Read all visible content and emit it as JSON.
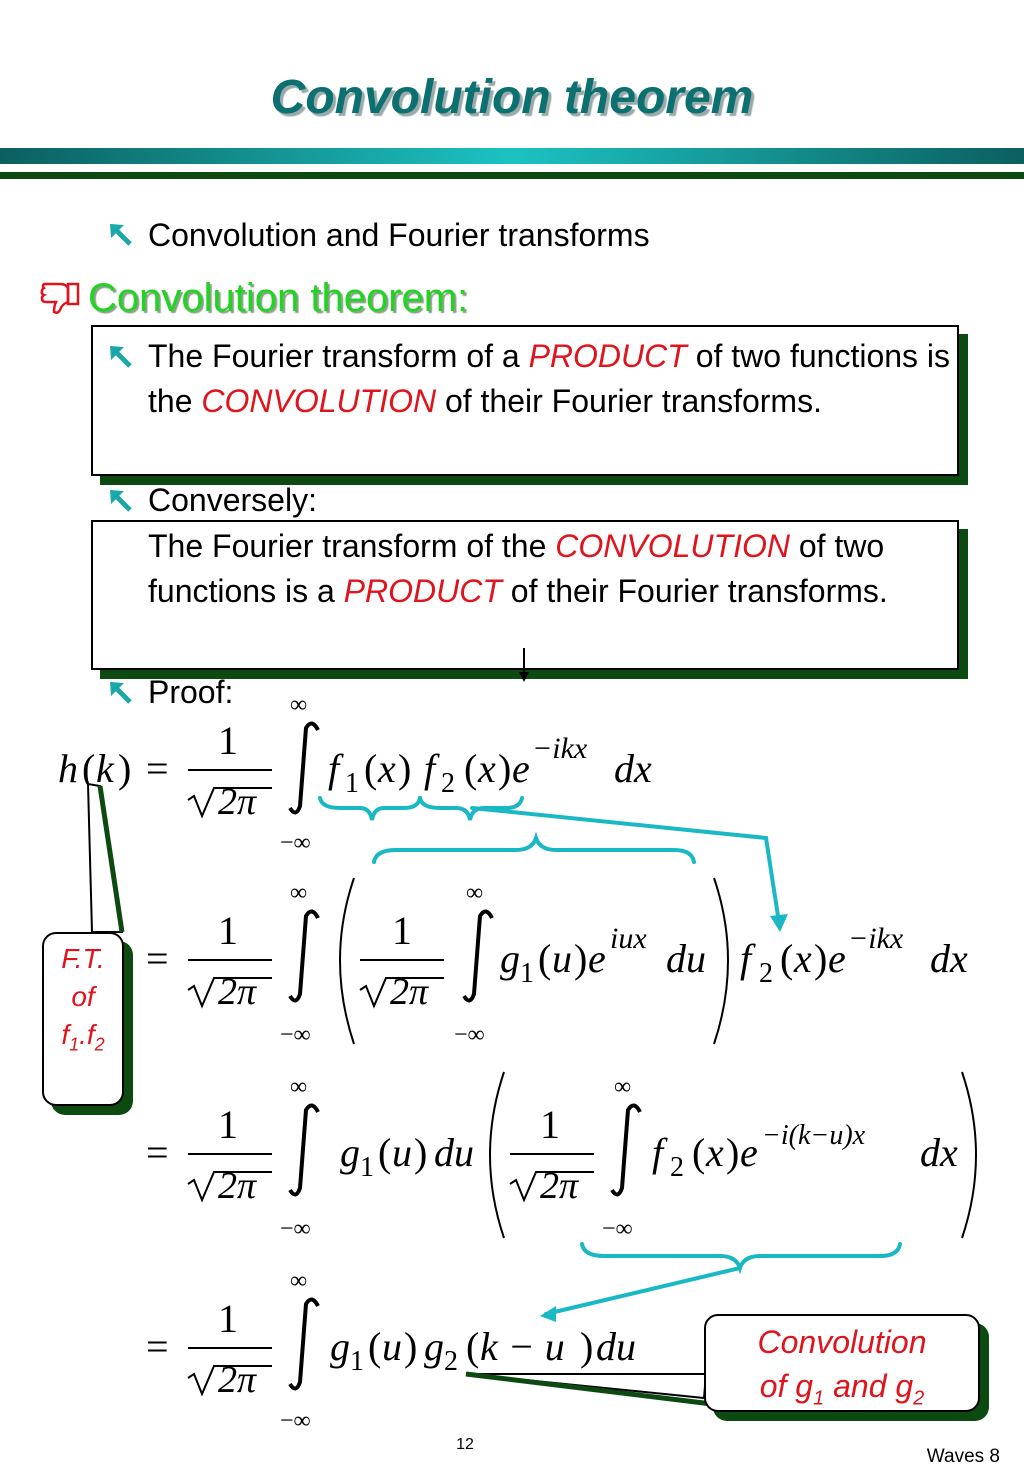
{
  "title": "Convolution theorem",
  "bullet_intro": "Convolution and Fourier transforms",
  "heading": "Convolution theorem:",
  "box1": {
    "part1": "The Fourier transform of a ",
    "em1": "PRODUCT",
    "part2": " of two functions is the ",
    "em2": "CONVOLUTION",
    "part3": " of their Fourier transforms."
  },
  "conversely_label": "Conversely:",
  "box2": {
    "part1": "The Fourier transform of the ",
    "em1": "CONVOLUTION",
    "part2": " of two functions is a ",
    "em2": "PRODUCT",
    "part3": " of their Fourier transforms."
  },
  "proof_label": "Proof:",
  "math": {
    "lhs_h": "h",
    "lhs_k": "k",
    "one": "1",
    "two_pi": "2π",
    "inf": "∞",
    "neg_inf": "−∞",
    "f": "f",
    "g": "g",
    "x": "x",
    "u": "u",
    "e": "e",
    "dx": "dx",
    "du": "du",
    "sub1": "1",
    "sub2": "2",
    "exp_ikx": "−ikx",
    "exp_iux": "iux",
    "exp_shift": "−i(k−u)x",
    "k_minus_u": "k − u"
  },
  "callout_ft": {
    "line1": "F.T.",
    "line2": "of",
    "f": "f",
    "sub1": "1",
    "dot": ".",
    "sub2": "2"
  },
  "callout_conv": {
    "line1": "Convolution",
    "line2_prefix": "of g",
    "sub1": "1",
    "mid": " and g",
    "sub2": "2"
  },
  "page_number": "12",
  "course": "Waves 8",
  "colors": {
    "title": "#0c6f70",
    "heading": "#22d422",
    "emphasis": "#e0141c",
    "shadow": "#0d4a12",
    "arrow": "#1ab8c4"
  },
  "icons": {
    "bullet": "arrow-up-left-icon",
    "heading": "thumbs-down-icon"
  }
}
